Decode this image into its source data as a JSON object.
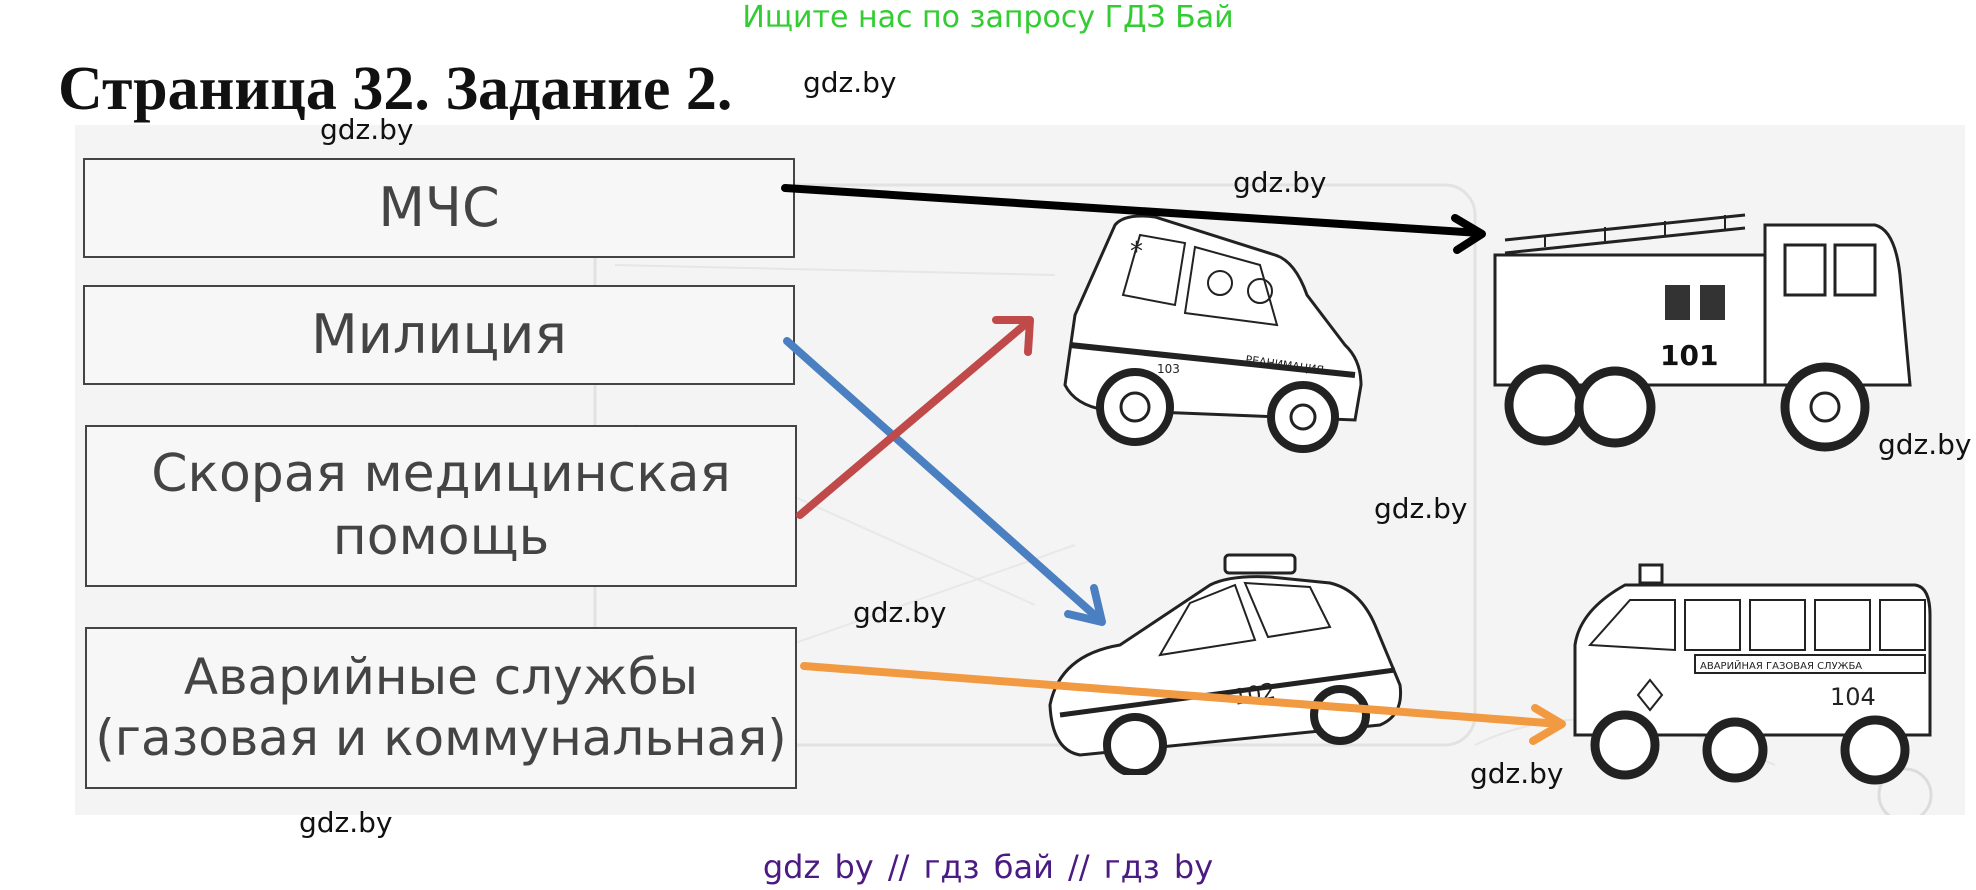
{
  "header": {
    "search_hint": "Ищите нас по запросу ГДЗ Бай",
    "title": "Страница 32. Задание 2."
  },
  "watermarks": [
    "gdz.by",
    "gdz.by",
    "gdz.by",
    "gdz.by",
    "gdz.by",
    "gdz.by",
    "gdz.by",
    "gdz.by"
  ],
  "task": {
    "services": [
      {
        "label": "МЧС"
      },
      {
        "label": "Милиция"
      },
      {
        "label_line1": "Скорая медицинская",
        "label_line2": "помощь"
      },
      {
        "label_line1": "Аварийные службы",
        "label_line2": "(газовая и коммунальная)"
      }
    ],
    "vehicles": {
      "fire_truck_number": "101",
      "police_car_number": "102",
      "ambulance_number": "103",
      "ambulance_text": "РЕАНИМАЦИЯ",
      "gas_service_number": "104",
      "gas_service_text": "АВАРИЙНАЯ ГАЗОВАЯ СЛУЖБА"
    },
    "arrow_colors": {
      "mchs": "#000000",
      "militsiya": "#4a7fc1",
      "skoraya": "#c0494a",
      "avariynye": "#f29a41"
    }
  },
  "footer": {
    "text": "gdz by  //  гдз бай  //  гдз by"
  }
}
